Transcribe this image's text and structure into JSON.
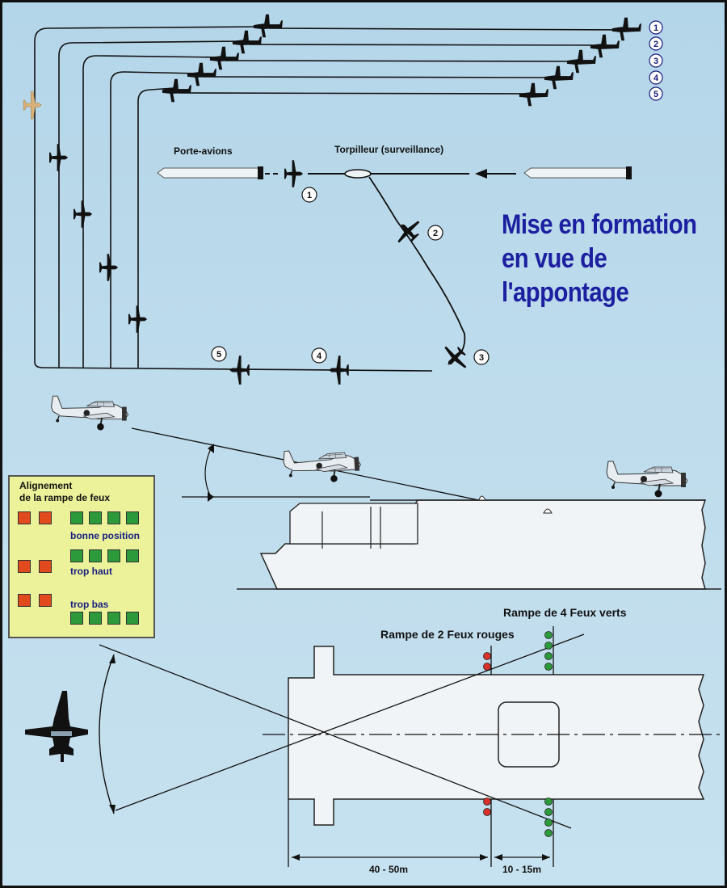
{
  "title": {
    "line1": "Mise en formation",
    "line2": "en vue de",
    "line3": "l'appontage"
  },
  "labels": {
    "carrier": "Porte-avions",
    "destroyer": "Torpilleur (surveillance)",
    "green_lights": "Rampe de 4 Feux verts",
    "red_lights": "Rampe de 2 Feux rouges",
    "dist_1": "40 - 50m",
    "dist_2": "10 - 15m"
  },
  "formation_numbers": [
    "1",
    "2",
    "3",
    "4",
    "5"
  ],
  "legend": {
    "title_line1": "Alignement",
    "title_line2": "de la rampe de feux",
    "rows": [
      {
        "label": "bonne position"
      },
      {
        "label": "trop haut"
      },
      {
        "label": "trop bas"
      }
    ]
  },
  "colors": {
    "background": "#bedcec",
    "title": "#1c1fa0",
    "legend_bg": "#ecf29a",
    "red_light": "#e04a1c",
    "green_light": "#2c9a3a"
  }
}
